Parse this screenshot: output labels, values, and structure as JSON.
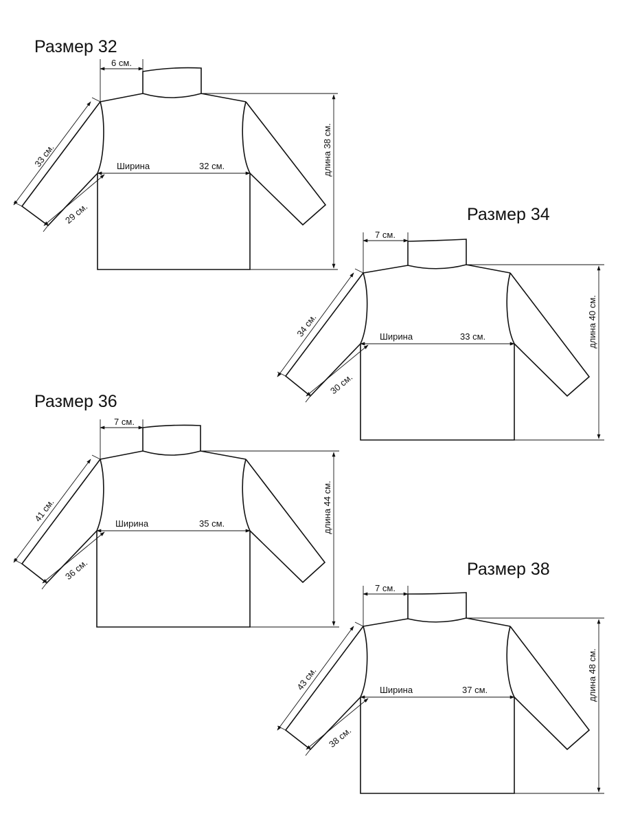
{
  "sizes": [
    {
      "title": "Размер 32",
      "collar": "6 см.",
      "width_label": "Ширина",
      "width": "32 см.",
      "length": "длина 38 см.",
      "sleeve_outer": "33 см.",
      "sleeve_inner": "29 см."
    },
    {
      "title": "Размер 34",
      "collar": "7 см.",
      "width_label": "Ширина",
      "width": "33 см.",
      "length": "длина 40 см.",
      "sleeve_outer": "34 см.",
      "sleeve_inner": "30 см."
    },
    {
      "title": "Размер 36",
      "collar": "7 см.",
      "width_label": "Ширина",
      "width": "35 см.",
      "length": "длина 44 см.",
      "sleeve_outer": "41 см.",
      "sleeve_inner": "36 см."
    },
    {
      "title": "Размер 38",
      "collar": "7 см.",
      "width_label": "Ширина",
      "width": "37 см.",
      "length": "длина 48 см.",
      "sleeve_outer": "43 см.",
      "sleeve_inner": "38 см."
    }
  ]
}
